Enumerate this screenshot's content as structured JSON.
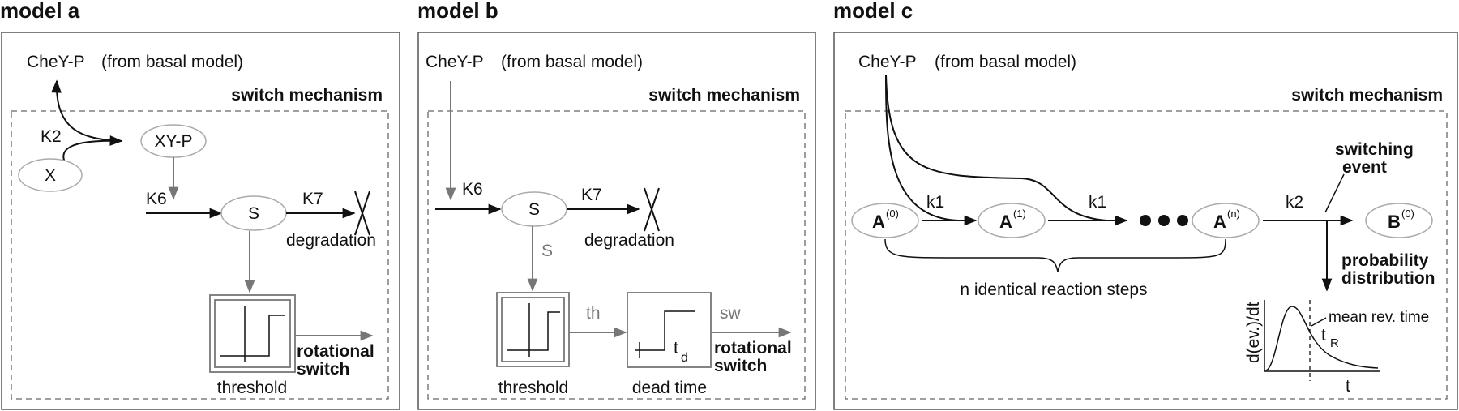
{
  "panels": {
    "a": {
      "title": "model a",
      "cheyp": "CheY-P",
      "from_basal": "(from basal model)",
      "switch_mechanism": "switch mechanism",
      "k2": "K2",
      "x": "X",
      "xyp": "XY-P",
      "k6": "K6",
      "s": "S",
      "k7": "K7",
      "degradation": "degradation",
      "threshold": "threshold",
      "rotational": "rotational",
      "switch": "switch"
    },
    "b": {
      "title": "model b",
      "cheyp": "CheY-P",
      "from_basal": "(from basal model)",
      "switch_mechanism": "switch mechanism",
      "k6": "K6",
      "s": "S",
      "k7": "K7",
      "degradation": "degradation",
      "s_signal": "S",
      "th": "th",
      "sw": "sw",
      "threshold": "threshold",
      "dead_time": "dead time",
      "td": "t",
      "td_sub": "d",
      "rotational": "rotational",
      "switch": "switch"
    },
    "c": {
      "title": "model c",
      "cheyp": "CheY-P",
      "from_basal": "(from basal model)",
      "switch_mechanism": "switch mechanism",
      "a": "A",
      "a0": "(0)",
      "a1": "(1)",
      "an": "(n)",
      "b": "B",
      "b0": "(0)",
      "k1": "k1",
      "k2": "k2",
      "switching": "switching",
      "event": "event",
      "probability": "probability",
      "distribution": "distribution",
      "identical_steps": "n identical reaction steps",
      "ylabel": "d(ev.)/dt",
      "xlabel": "t",
      "mean_rev": "mean rev. time",
      "tr": "t",
      "tr_sub": "R"
    }
  }
}
